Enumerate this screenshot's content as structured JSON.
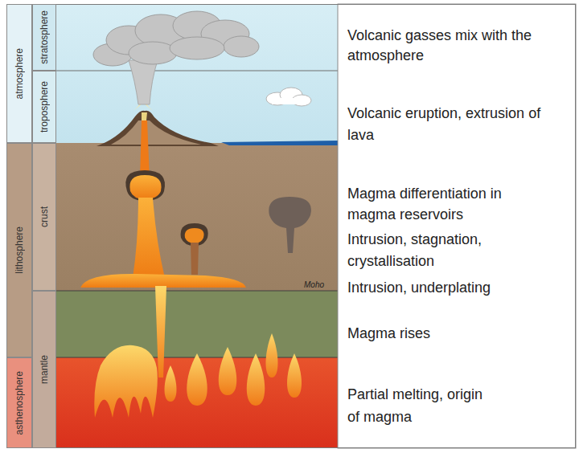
{
  "diagram": {
    "nodes": [
      {
        "text": [
          "atmosphere"
        ]
      },
      {
        "text": [
          "stratosphere"
        ]
      },
      {
        "text": [
          "troposphere"
        ]
      },
      {
        "text": [
          "lithosphere"
        ]
      },
      {
        "text": [
          "crust"
        ]
      },
      {
        "text": [
          "mantle"
        ]
      },
      {
        "text": [
          "asthenosphere"
        ]
      }
    ],
    "labels": [
      "Volcanic gasses mix with the atmosphere",
      "Volcanic eruption, extrusion of lava",
      "Magma differentiation in magma reservoirs",
      "Intrusion, stagnation, crystallisation",
      "Intrusion, underplating",
      "Magma rises",
      "Partial melting, origin of magma",
      "Moho"
    ]
  }
}
